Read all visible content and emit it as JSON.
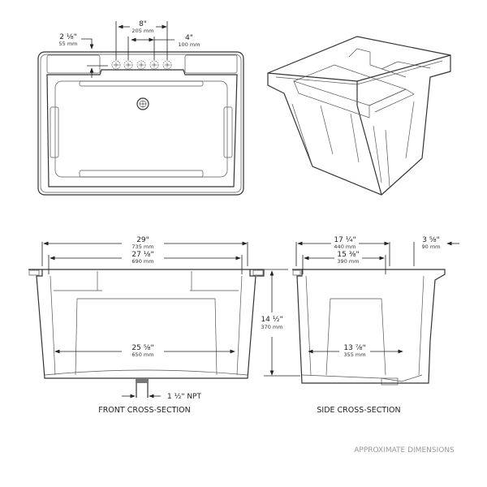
{
  "top_view": {
    "hole_spacing_total": {
      "in": "8\"",
      "mm": "205 mm"
    },
    "hole_spacing_center": {
      "in": "4\"",
      "mm": "100 mm"
    },
    "deck_depth": {
      "in": "2 ⅛\"",
      "mm": "55 mm"
    }
  },
  "front_section": {
    "label": "FRONT CROSS-SECTION",
    "overall_width": {
      "in": "29\"",
      "mm": "735 mm"
    },
    "top_inner_width": {
      "in": "27 ⅛\"",
      "mm": "690 mm"
    },
    "bottom_inner_width": {
      "in": "25 ⅝\"",
      "mm": "650 mm"
    },
    "drain": "1 ½\" NPT"
  },
  "side_section": {
    "label": "SIDE CROSS-SECTION",
    "overall_depth": {
      "in": "17 ¼\"",
      "mm": "440 mm"
    },
    "deck": {
      "in": "3 ⅝\"",
      "mm": "90 mm"
    },
    "top_inner_depth": {
      "in": "15 ⅜\"",
      "mm": "390 mm"
    },
    "bottom_inner_depth": {
      "in": "13 ⅞\"",
      "mm": "355 mm"
    },
    "height": {
      "in": "14 ½\"",
      "mm": "370 mm"
    }
  },
  "footnote": "APPROXIMATE DIMENSIONS"
}
